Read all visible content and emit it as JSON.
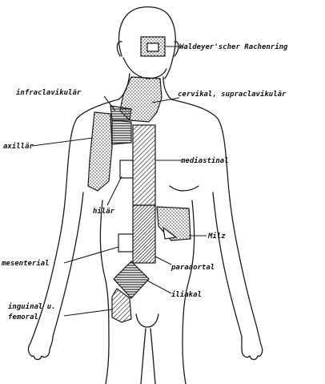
{
  "labels": {
    "waldeyer": "Waldeyer'scher Rachenring",
    "infraclavicular": "infraclavikulär",
    "cervical": "cervikal, supraclavikulär",
    "axillary": "axillär",
    "mediastinal": "mediastinal",
    "hilar": "hilär",
    "spleen": "Milz",
    "mesenterial": "mesenterial",
    "paraaortal": "paraaortal",
    "iliac": "iliakal",
    "inguinal_line1": "inguinal u.",
    "inguinal_line2": "femoral"
  }
}
